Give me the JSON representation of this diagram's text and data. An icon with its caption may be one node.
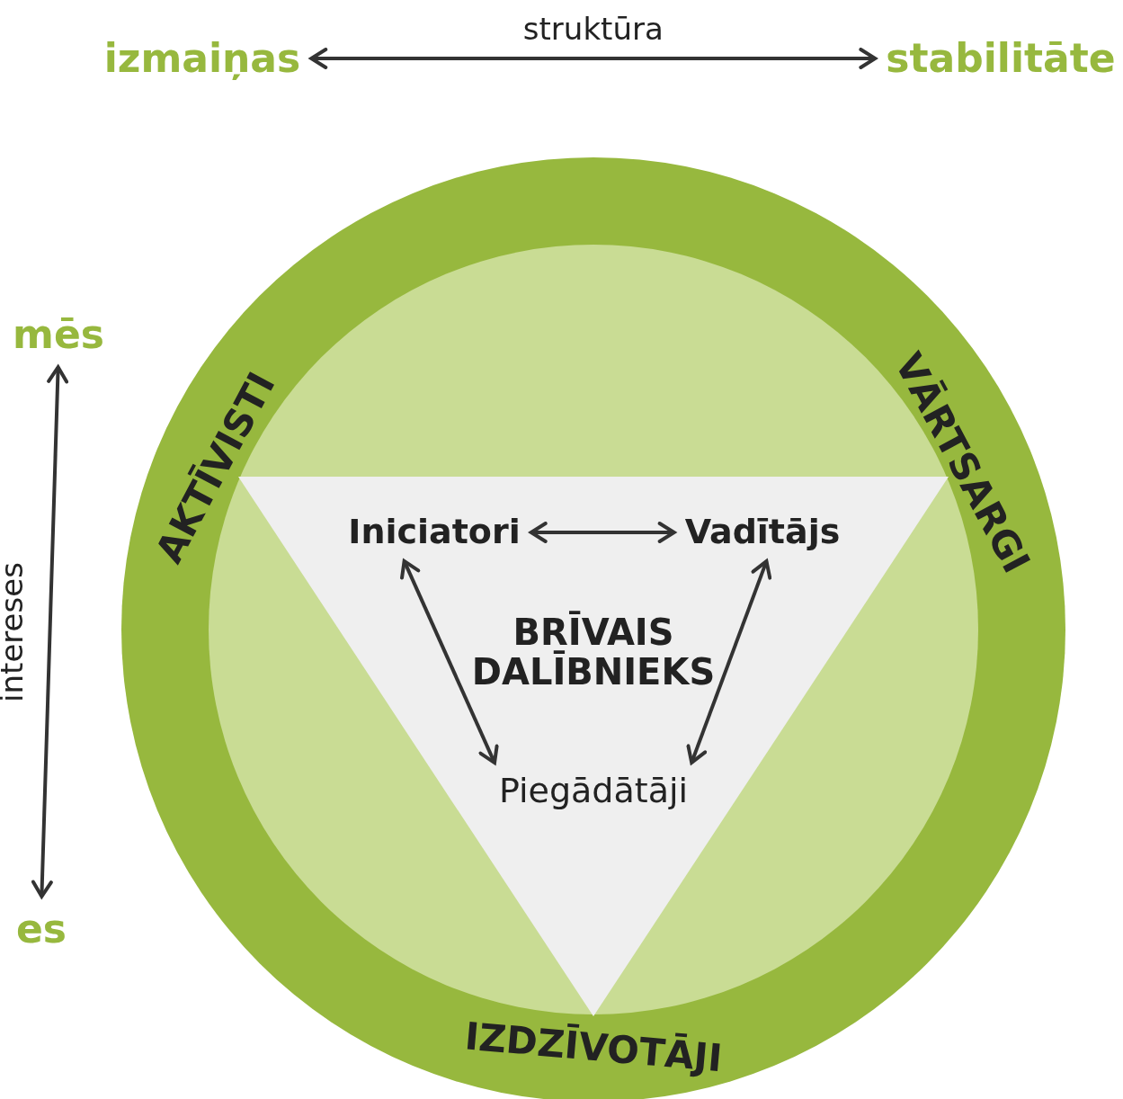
{
  "diagram": {
    "nodes": [
      {
        "text": [
          "izmaiņas"
        ]
      },
      {
        "text": [
          "stabilitāte"
        ]
      },
      {
        "text": [
          "mēs"
        ]
      },
      {
        "text": [
          "es"
        ]
      },
      {
        "text": [
          "AKTĪVISTI",
          "VĀRTSARGI",
          "IZDZĪVOTĀJI"
        ]
      },
      {
        "text": [],
        "shape": "triangle",
        "in": 4
      },
      {
        "text": [
          "Iniciatori"
        ],
        "in": 5
      },
      {
        "text": [
          "Vadītājs"
        ],
        "in": 5
      },
      {
        "text": [
          "BRĪVAIS DALĪBNIEKS"
        ],
        "in": 5
      },
      {
        "text": [
          "Piegādātāji"
        ],
        "in": 5
      }
    ],
    "edges": [
      {
        "from": 0,
        "to": 1,
        "arrow": "both",
        "label": "struktūra"
      },
      {
        "from": 2,
        "to": 3,
        "arrow": "both",
        "label": "intereses"
      },
      {
        "from": 6,
        "to": 7,
        "arrow": "both"
      },
      {
        "from": 6,
        "to": 9,
        "arrow": "both"
      },
      {
        "from": 7,
        "to": 9,
        "arrow": "both"
      }
    ]
  }
}
